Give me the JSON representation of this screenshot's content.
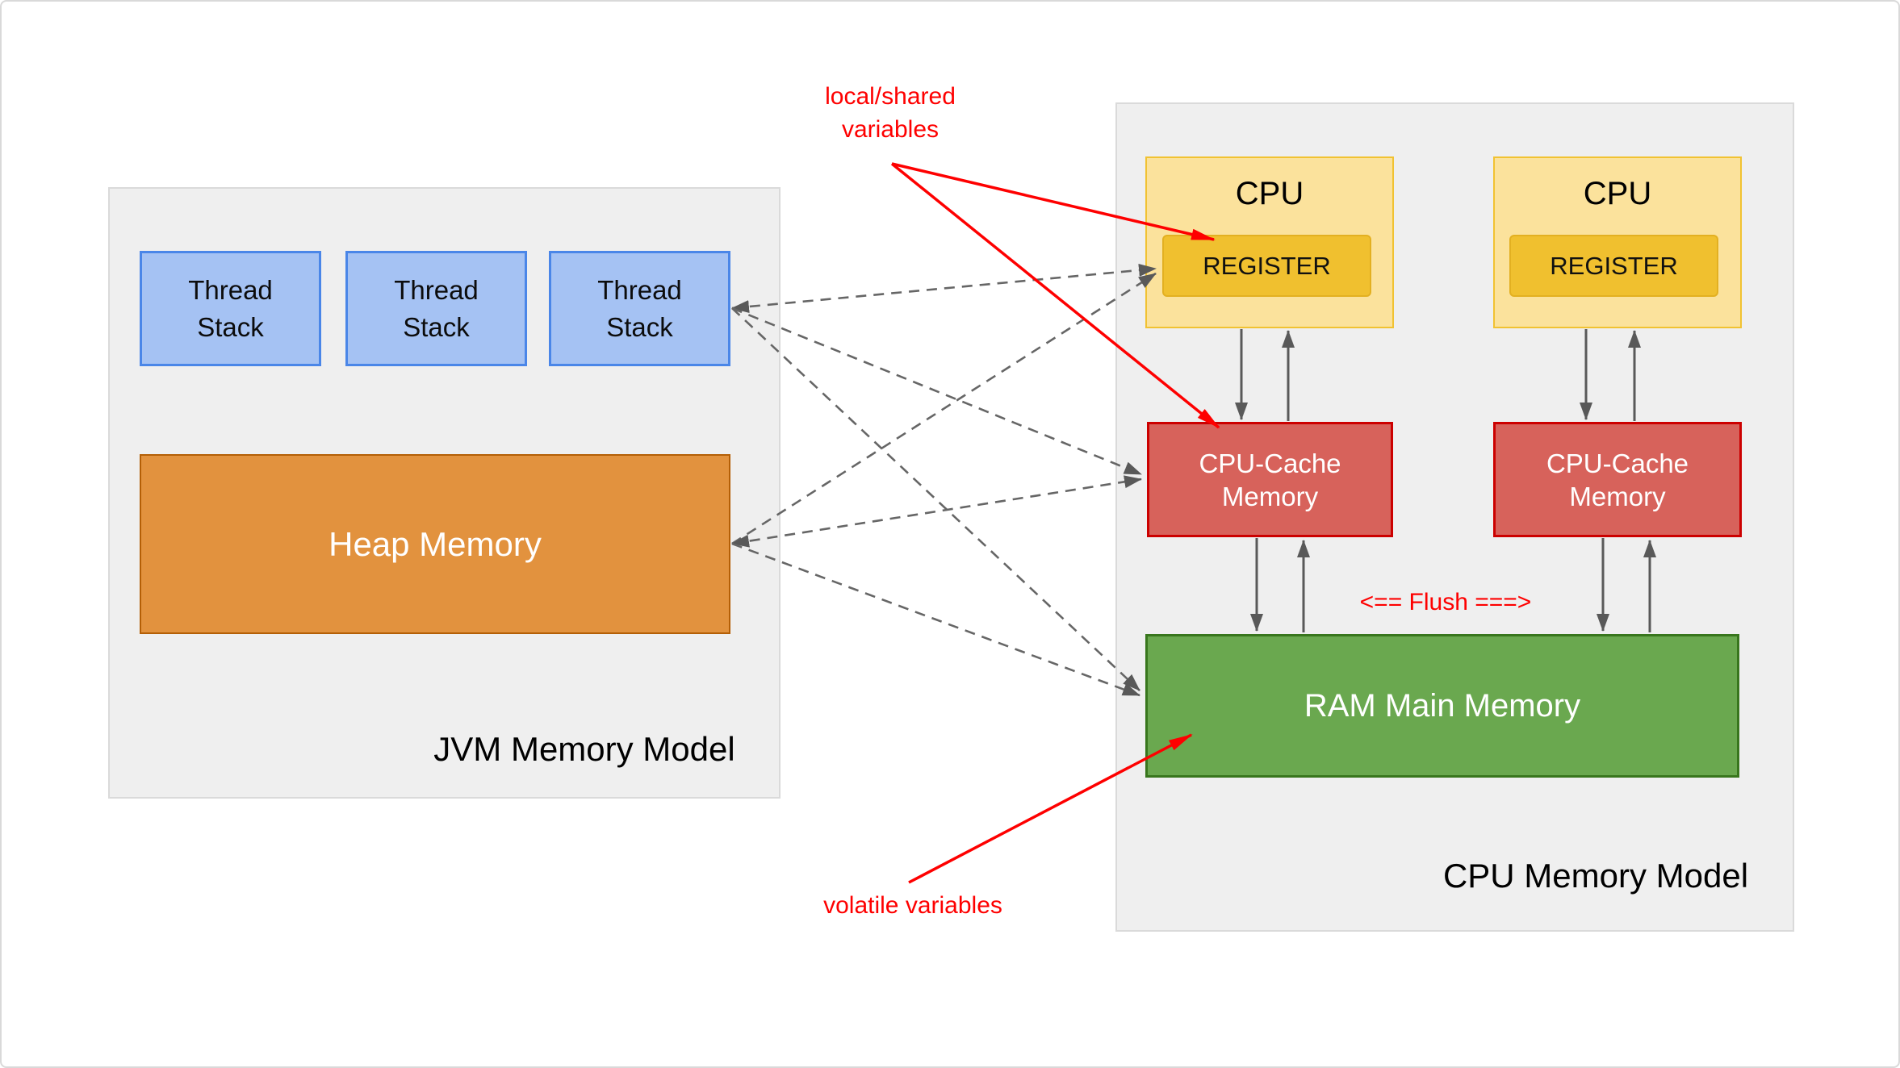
{
  "jvm_panel": {
    "title": "JVM Memory Model",
    "thread_stacks": [
      {
        "label": "Thread\nStack"
      },
      {
        "label": "Thread\nStack"
      },
      {
        "label": "Thread\nStack"
      }
    ],
    "heap_label": "Heap Memory"
  },
  "cpu_panel": {
    "title": "CPU Memory Model",
    "cpus": [
      {
        "label": "CPU",
        "register_label": "REGISTER",
        "cache_label": "CPU-Cache\nMemory"
      },
      {
        "label": "CPU",
        "register_label": "REGISTER",
        "cache_label": "CPU-Cache\nMemory"
      }
    ],
    "ram_label": "RAM Main Memory",
    "flush_label": "<== Flush ===>"
  },
  "annotations": {
    "local_shared_label": "local/shared\nvariables",
    "volatile_label": "volatile variables"
  },
  "colors": {
    "panel_bg": "#efefef",
    "panel_border": "#dadada",
    "thread_stack_fill": "#a5c2f3",
    "thread_stack_border": "#4a86e8",
    "heap_fill": "#e2923e",
    "heap_border": "#b45f06",
    "cpu_fill": "#fbe29c",
    "cpu_border": "#f1c232",
    "register_fill": "#f0c02f",
    "cache_fill": "#d7625b",
    "cache_border": "#cc0000",
    "ram_fill": "#6aa84f",
    "ram_border": "#38761d",
    "dashed_arrow": "#666666",
    "solid_arrow": "#595959",
    "annotation_red": "#fe0000"
  }
}
